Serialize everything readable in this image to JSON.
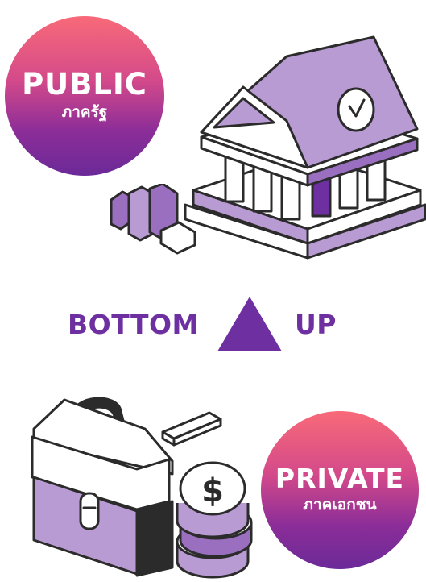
{
  "public": {
    "title": "PUBLIC",
    "subtitle": "ภาครัฐ"
  },
  "private": {
    "title": "PRIVATE",
    "subtitle": "ภาคเอกชน"
  },
  "flow": {
    "left_label": "BOTTOM",
    "right_label": "UP",
    "arrow_icon": "triangle-up-icon"
  },
  "colors": {
    "accent_purple": "#6e2fa0",
    "light_purple": "#b99bd3",
    "mid_purple": "#9a6fbf",
    "outline": "#2b2b2b",
    "gradient_top": "#f86a78",
    "gradient_bottom": "#6b2a98"
  }
}
